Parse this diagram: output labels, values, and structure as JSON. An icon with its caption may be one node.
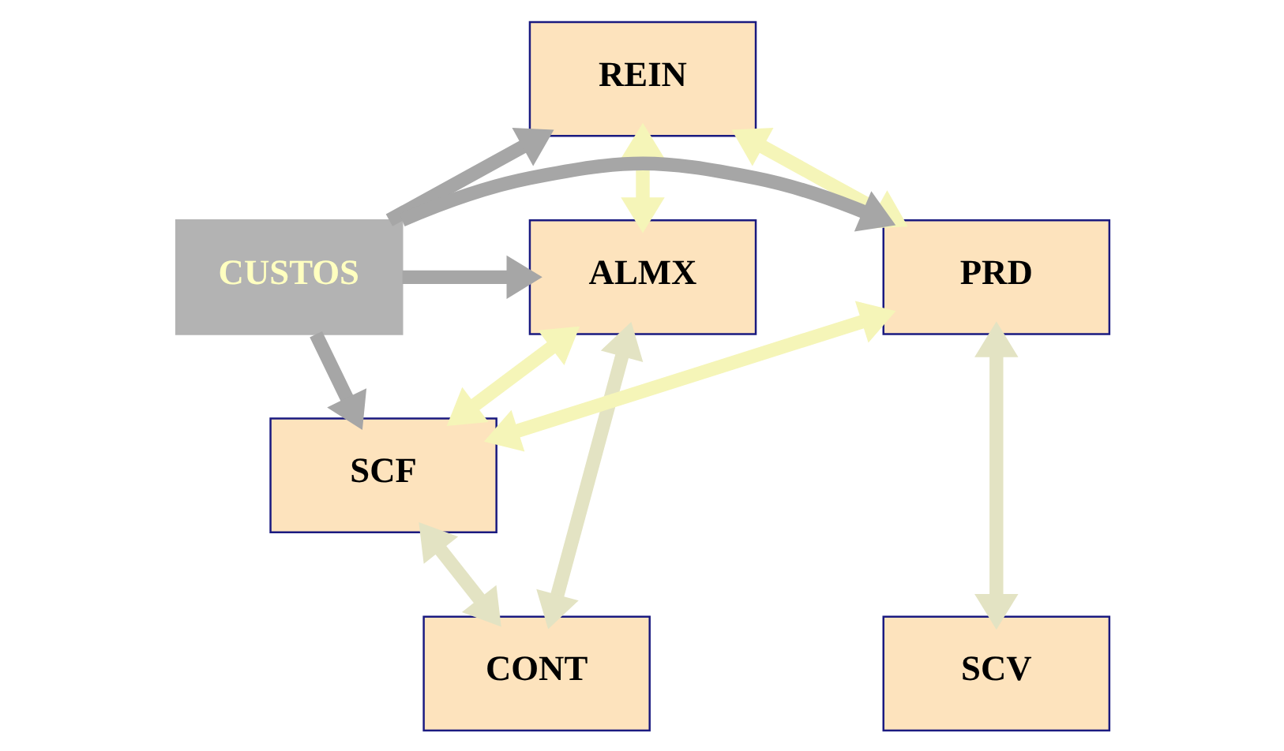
{
  "diagram": {
    "nodes": [
      {
        "text": [
          "REIN"
        ]
      },
      {
        "text": [
          "ALMX"
        ]
      },
      {
        "text": [
          "CUSTOS"
        ]
      },
      {
        "text": [
          "PRD"
        ]
      },
      {
        "text": [
          "SCF"
        ]
      },
      {
        "text": [
          "CONT"
        ]
      },
      {
        "text": [
          "SCV"
        ]
      }
    ],
    "edges": [
      {
        "from": 2,
        "to": 0,
        "arrow": "to",
        "color": "#a6a6a6"
      },
      {
        "from": 2,
        "to": 1,
        "arrow": "to",
        "color": "#a6a6a6"
      },
      {
        "from": 2,
        "to": 3,
        "arrow": "to",
        "color": "#a6a6a6"
      },
      {
        "from": 2,
        "to": 4,
        "arrow": "to",
        "color": "#a6a6a6"
      },
      {
        "from": 1,
        "to": 0,
        "arrow": "both",
        "color": "#f5f5b8"
      },
      {
        "from": 0,
        "to": 3,
        "arrow": "both",
        "color": "#f5f5b8"
      },
      {
        "from": 1,
        "to": 4,
        "arrow": "both",
        "color": "#f5f5b8"
      },
      {
        "from": 3,
        "to": 4,
        "arrow": "both",
        "color": "#f5f5b8"
      },
      {
        "from": 1,
        "to": 5,
        "arrow": "both",
        "color": "#e3e3c3"
      },
      {
        "from": 3,
        "to": 6,
        "arrow": "both",
        "color": "#e3e3c3"
      },
      {
        "from": 4,
        "to": 5,
        "arrow": "both",
        "color": "#e3e3c3"
      }
    ]
  }
}
